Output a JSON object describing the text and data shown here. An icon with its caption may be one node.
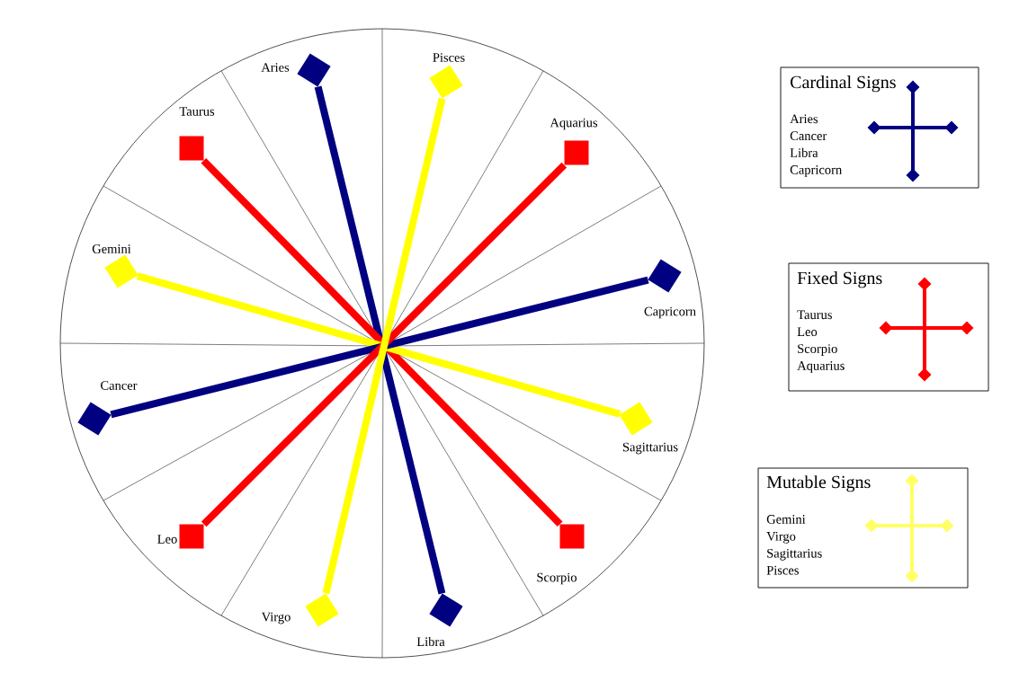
{
  "diagram": {
    "nodes": [
      {
        "text": [
          "Aries"
        ]
      },
      {
        "text": [
          "Taurus"
        ]
      },
      {
        "text": [
          "Gemini"
        ]
      },
      {
        "text": [
          "Cancer"
        ]
      },
      {
        "text": [
          "Leo"
        ]
      },
      {
        "text": [
          "Virgo"
        ]
      },
      {
        "text": [
          "Libra"
        ]
      },
      {
        "text": [
          "Scorpio"
        ]
      },
      {
        "text": [
          "Sagittarius"
        ]
      },
      {
        "text": [
          "Capricorn"
        ]
      },
      {
        "text": [
          "Aquarius"
        ]
      },
      {
        "text": [
          "Pisces"
        ]
      },
      {
        "text": [
          "Cardinal Signs",
          "Aries",
          "Cancer",
          "Libra",
          "Capricorn"
        ]
      },
      {
        "text": [
          "Fixed Signs",
          "Taurus",
          "Leo",
          "Scorpio",
          "Aquarius"
        ]
      },
      {
        "text": [
          "Mutable Signs",
          "Gemini",
          "Virgo",
          "Sagittarius",
          "Pisces"
        ]
      }
    ],
    "edges": [
      {
        "from": 0,
        "to": 6,
        "arrow": "none",
        "color": "#000080"
      },
      {
        "from": 1,
        "to": 7,
        "arrow": "none",
        "color": "#ff0000"
      },
      {
        "from": 2,
        "to": 8,
        "arrow": "none",
        "color": "#ffff00"
      },
      {
        "from": 3,
        "to": 9,
        "arrow": "none",
        "color": "#000080"
      },
      {
        "from": 4,
        "to": 10,
        "arrow": "none",
        "color": "#ff0000"
      },
      {
        "from": 5,
        "to": 11,
        "arrow": "none",
        "color": "#ffff00"
      }
    ]
  }
}
